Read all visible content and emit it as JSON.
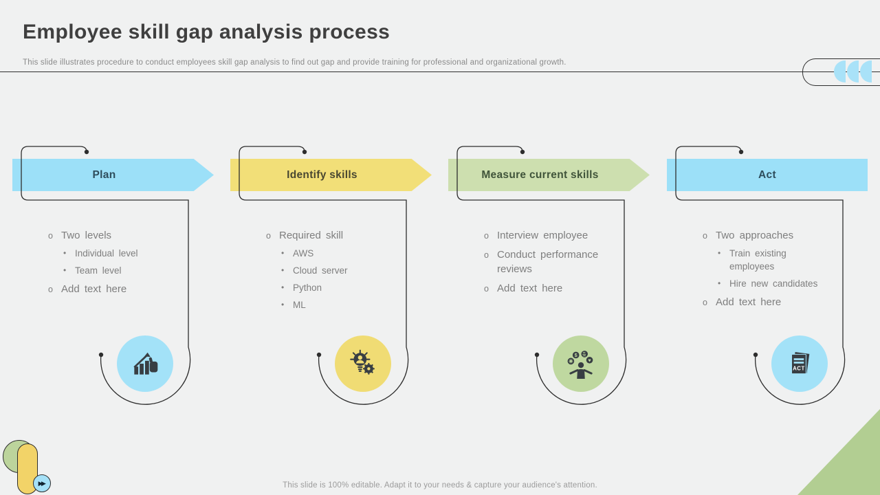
{
  "slide": {
    "title": "Employee skill gap analysis process",
    "subtitle": "This slide illustrates procedure to conduct employees skill gap analysis to find out gap and provide training for professional and organizational growth.",
    "footer": "This slide is 100% editable. Adapt it to your needs & capture your audience's attention."
  },
  "colors": {
    "background": "#F0F1F1",
    "line": "#2D2D2D",
    "title_text": "#3F3F3F",
    "body_text": "#7E7E7E"
  },
  "decor": {
    "chevron_color": "#A9E2F8",
    "green_circle_color": "#BCD49C",
    "yellow_pill_color": "#F2D368",
    "blue_circle_color": "#A5E1F7",
    "triangle_color": "#B2CE92",
    "fast_forward_glyph": "▶▶"
  },
  "icons": {
    "dollar_glyph": "$",
    "heart_glyph": "♥"
  },
  "columns": [
    {
      "title": "Plan",
      "bar_color": "#9CE0F8",
      "title_color": "#2E4D5C",
      "circle_color": "#A3E2F8",
      "icon": "growth-chart-icon",
      "items": [
        {
          "level": 1,
          "text": "Two levels"
        },
        {
          "level": 2,
          "text": "Individual level"
        },
        {
          "level": 2,
          "text": "Team level"
        },
        {
          "level": 1,
          "text": "Add text here"
        }
      ]
    },
    {
      "title": "Identify skills",
      "bar_color": "#F2DF78",
      "title_color": "#494731",
      "circle_color": "#F0DC74",
      "icon": "idea-gear-icon",
      "items": [
        {
          "level": 1,
          "text": "Required skill"
        },
        {
          "level": 2,
          "text": "AWS"
        },
        {
          "level": 2,
          "text": "Cloud server"
        },
        {
          "level": 2,
          "text": "Python"
        },
        {
          "level": 2,
          "text": "ML"
        }
      ]
    },
    {
      "title": "Measure current skills",
      "bar_color": "#CDDFAF",
      "title_color": "#40543A",
      "circle_color": "#BFD8A0",
      "icon": "person-skills-icon",
      "items": [
        {
          "level": 1,
          "text": "Interview employee"
        },
        {
          "level": 1,
          "text": "Conduct performance reviews"
        },
        {
          "level": 1,
          "text": "Add text here"
        }
      ]
    },
    {
      "title": "Act",
      "bar_color": "#9CE0F8",
      "title_color": "#2E4D5C",
      "circle_color": "#A3E2F8",
      "icon": "act-document-icon",
      "icon_label": "ACT",
      "items": [
        {
          "level": 1,
          "text": "Two approaches"
        },
        {
          "level": 2,
          "text": "Train existing employees"
        },
        {
          "level": 2,
          "text": "Hire new candidates"
        },
        {
          "level": 1,
          "text": "Add text here"
        }
      ]
    }
  ]
}
